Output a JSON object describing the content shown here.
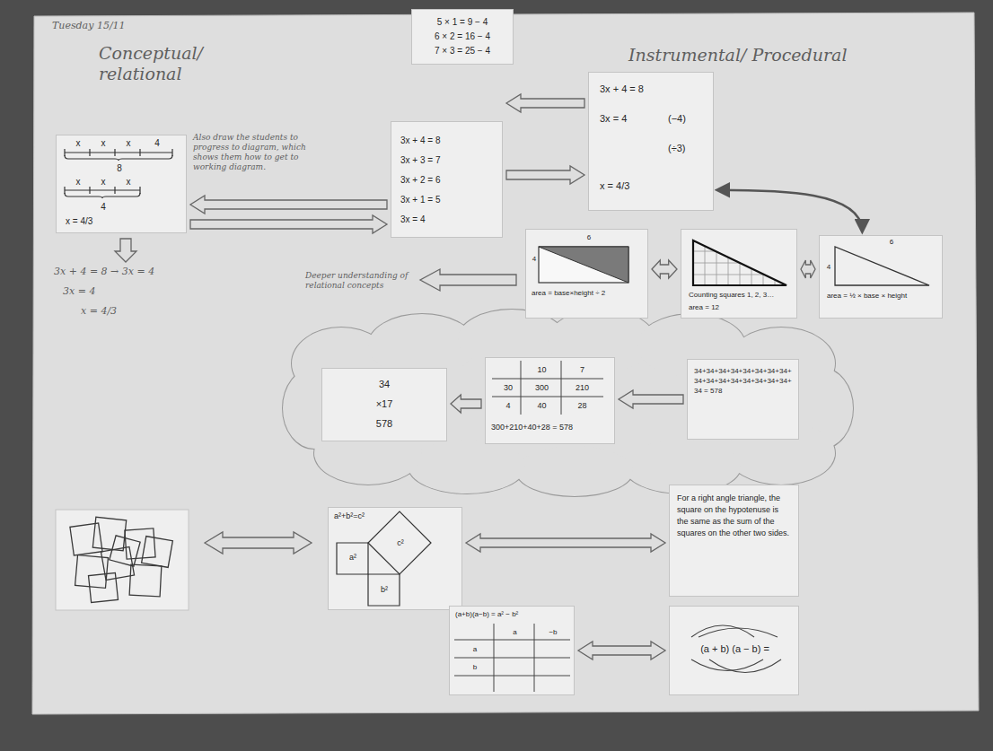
{
  "diagram": {
    "nodes": [
      {
        "text": [
          "5 × 1 = 9 − 4",
          "6 × 2 = 16 − 4",
          "7 × 3 = 25 − 4"
        ]
      },
      {
        "text": [
          "x",
          "x",
          "x",
          "4",
          "8",
          "x",
          "x",
          "x",
          "4",
          "x = 4/3"
        ]
      },
      {
        "text": [
          "3x + 4 = 8",
          "3x + 3 = 7",
          "3x + 2 = 6",
          "3x + 1 = 5",
          "3x = 4"
        ]
      },
      {
        "text": [
          "3x + 4 = 8",
          "3x = 4",
          "(−4)",
          "(÷3)",
          "x = 4/3"
        ]
      },
      {
        "text": [
          "4",
          "6",
          "area = base×height ÷ 2"
        ]
      },
      {
        "text": [
          "Counting squares 1, 2, 3…",
          "area = 12"
        ]
      },
      {
        "text": [
          "4",
          "6",
          "area = ½ × base × height"
        ]
      },
      {
        "text": [
          "34",
          "×17",
          "578"
        ]
      },
      {
        "text": [
          "10",
          "7",
          "30",
          "300",
          "210",
          "4",
          "40",
          "28",
          "300+210+40+28 = 578"
        ]
      },
      {
        "text": [
          "34+34+34+34+34+34+34+34+34+34+34+34+34+34+34+34+34 = 578"
        ]
      },
      {
        "text": [
          "a²+b²=c²",
          "c²",
          "a²",
          "b²"
        ]
      },
      {
        "text": [
          "For a right angle triangle, the square on the hypotenuse is the same as the sum of the squares on the other two sides."
        ]
      },
      {
        "text": [
          "(a+b)(a−b) = a² − b²",
          "a",
          "−b",
          "a",
          "b"
        ]
      },
      {
        "text": [
          "(a + b) (a − b) ="
        ]
      }
    ],
    "edges": [
      {
        "from": 2,
        "to": 1,
        "arrow": "to"
      },
      {
        "from": 1,
        "to": 2,
        "arrow": "to"
      },
      {
        "from": 3,
        "to": 2,
        "arrow": "to"
      },
      {
        "from": 2,
        "to": 3,
        "arrow": "to"
      },
      {
        "from": 3,
        "to": 6,
        "arrow": "both"
      },
      {
        "from": 4,
        "to": 5,
        "arrow": "both"
      },
      {
        "from": 5,
        "to": 6,
        "arrow": "both"
      },
      {
        "from": 8,
        "to": 7,
        "arrow": "to"
      },
      {
        "from": 9,
        "to": 8,
        "arrow": "to"
      },
      {
        "from": 10,
        "to": 11,
        "arrow": "both"
      },
      {
        "from": 12,
        "to": 13,
        "arrow": "both"
      }
    ],
    "labels": [
      "Tuesday 15/11",
      "Conceptual/ relational",
      "Instrumental/ Procedural",
      "Also draw the students to progress to diagram, which shows them how to get to working diagram.",
      "3x + 4 = 8 → 3x = 4",
      "3x = 4",
      "x = 4/3",
      "Deeper understanding of relational concepts"
    ]
  }
}
